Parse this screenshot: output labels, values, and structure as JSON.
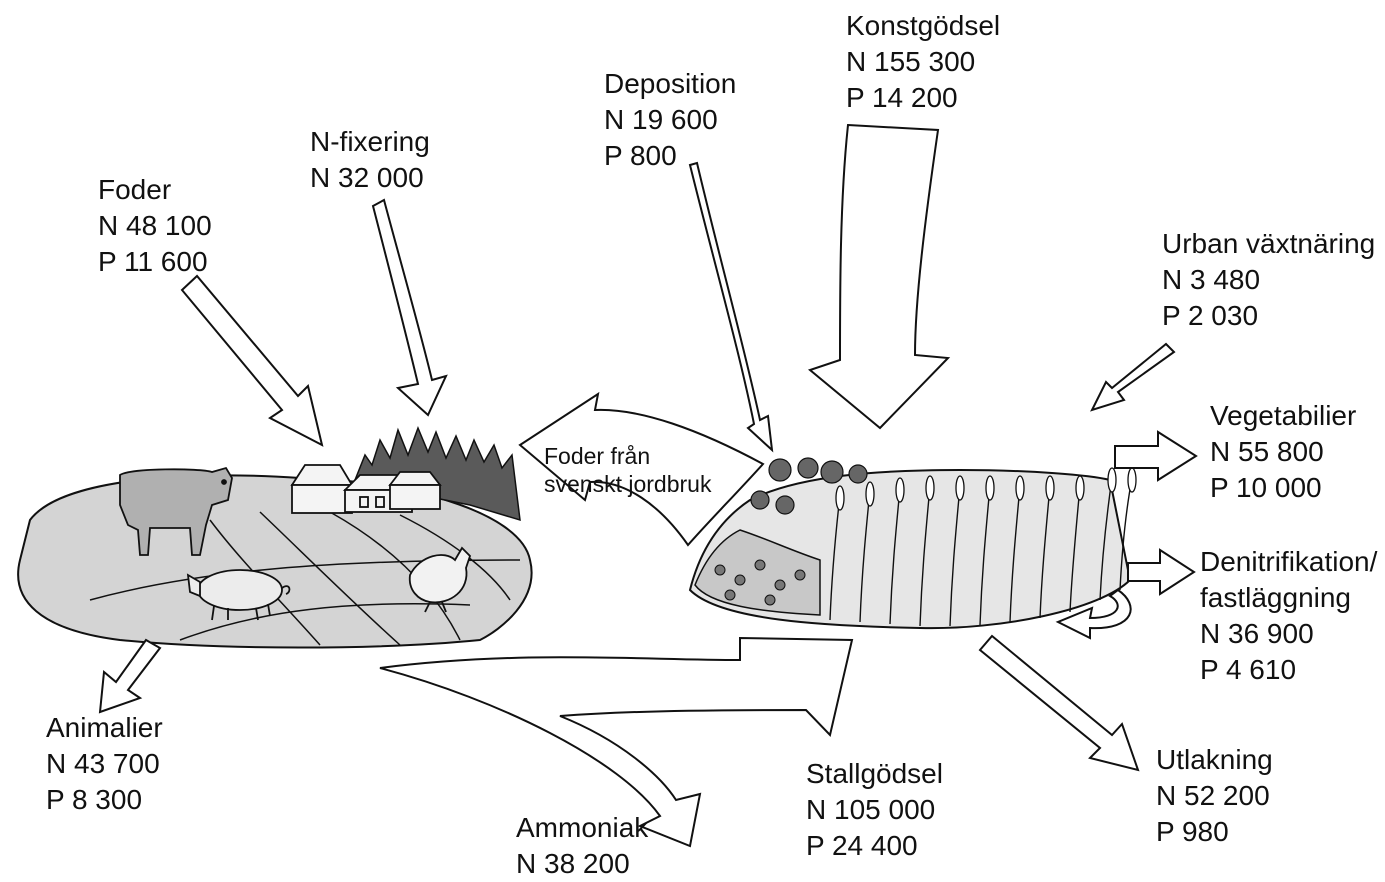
{
  "diagram": {
    "flows": {
      "foder": {
        "name": "Foder",
        "n": "N 48 100",
        "p": "P 11 600"
      },
      "n_fixering": {
        "name": "N-fixering",
        "n": "N 32 000"
      },
      "deposition": {
        "name": "Deposition",
        "n": "N 19 600",
        "p": "P 800"
      },
      "konstgodsel": {
        "name": "Konstgödsel",
        "n": "N 155 300",
        "p": "P 14 200"
      },
      "urban": {
        "name": "Urban växtnäring",
        "n": "N 3 480",
        "p": "P 2 030"
      },
      "vegetabilier": {
        "name": "Vegetabilier",
        "n": "N 55 800",
        "p": "P 10 000"
      },
      "denitrifikation": {
        "name_line1": "Denitrifikation/",
        "name_line2": "fastläggning",
        "n": "N 36 900",
        "p": "P 4 610"
      },
      "utlakning": {
        "name": "Utlakning",
        "n": "N 52 200",
        "p": "P 980"
      },
      "stallgodsel": {
        "name": "Stallgödsel",
        "n": "N 105 000",
        "p": "P 24 400"
      },
      "ammoniak": {
        "name": "Ammoniak",
        "n": "N 38 200"
      },
      "animalier": {
        "name": "Animalier",
        "n": "N 43 700",
        "p": "P 8 300"
      },
      "foder_svenskt": {
        "line1": "Foder från",
        "line2": "svenskt jordbruk"
      }
    },
    "colors": {
      "ink": "#111111",
      "ground": "#d4d4d4",
      "animal": "#b0b0b0",
      "forest": "#5a5a5a",
      "crop": "#e6e6e6"
    }
  }
}
